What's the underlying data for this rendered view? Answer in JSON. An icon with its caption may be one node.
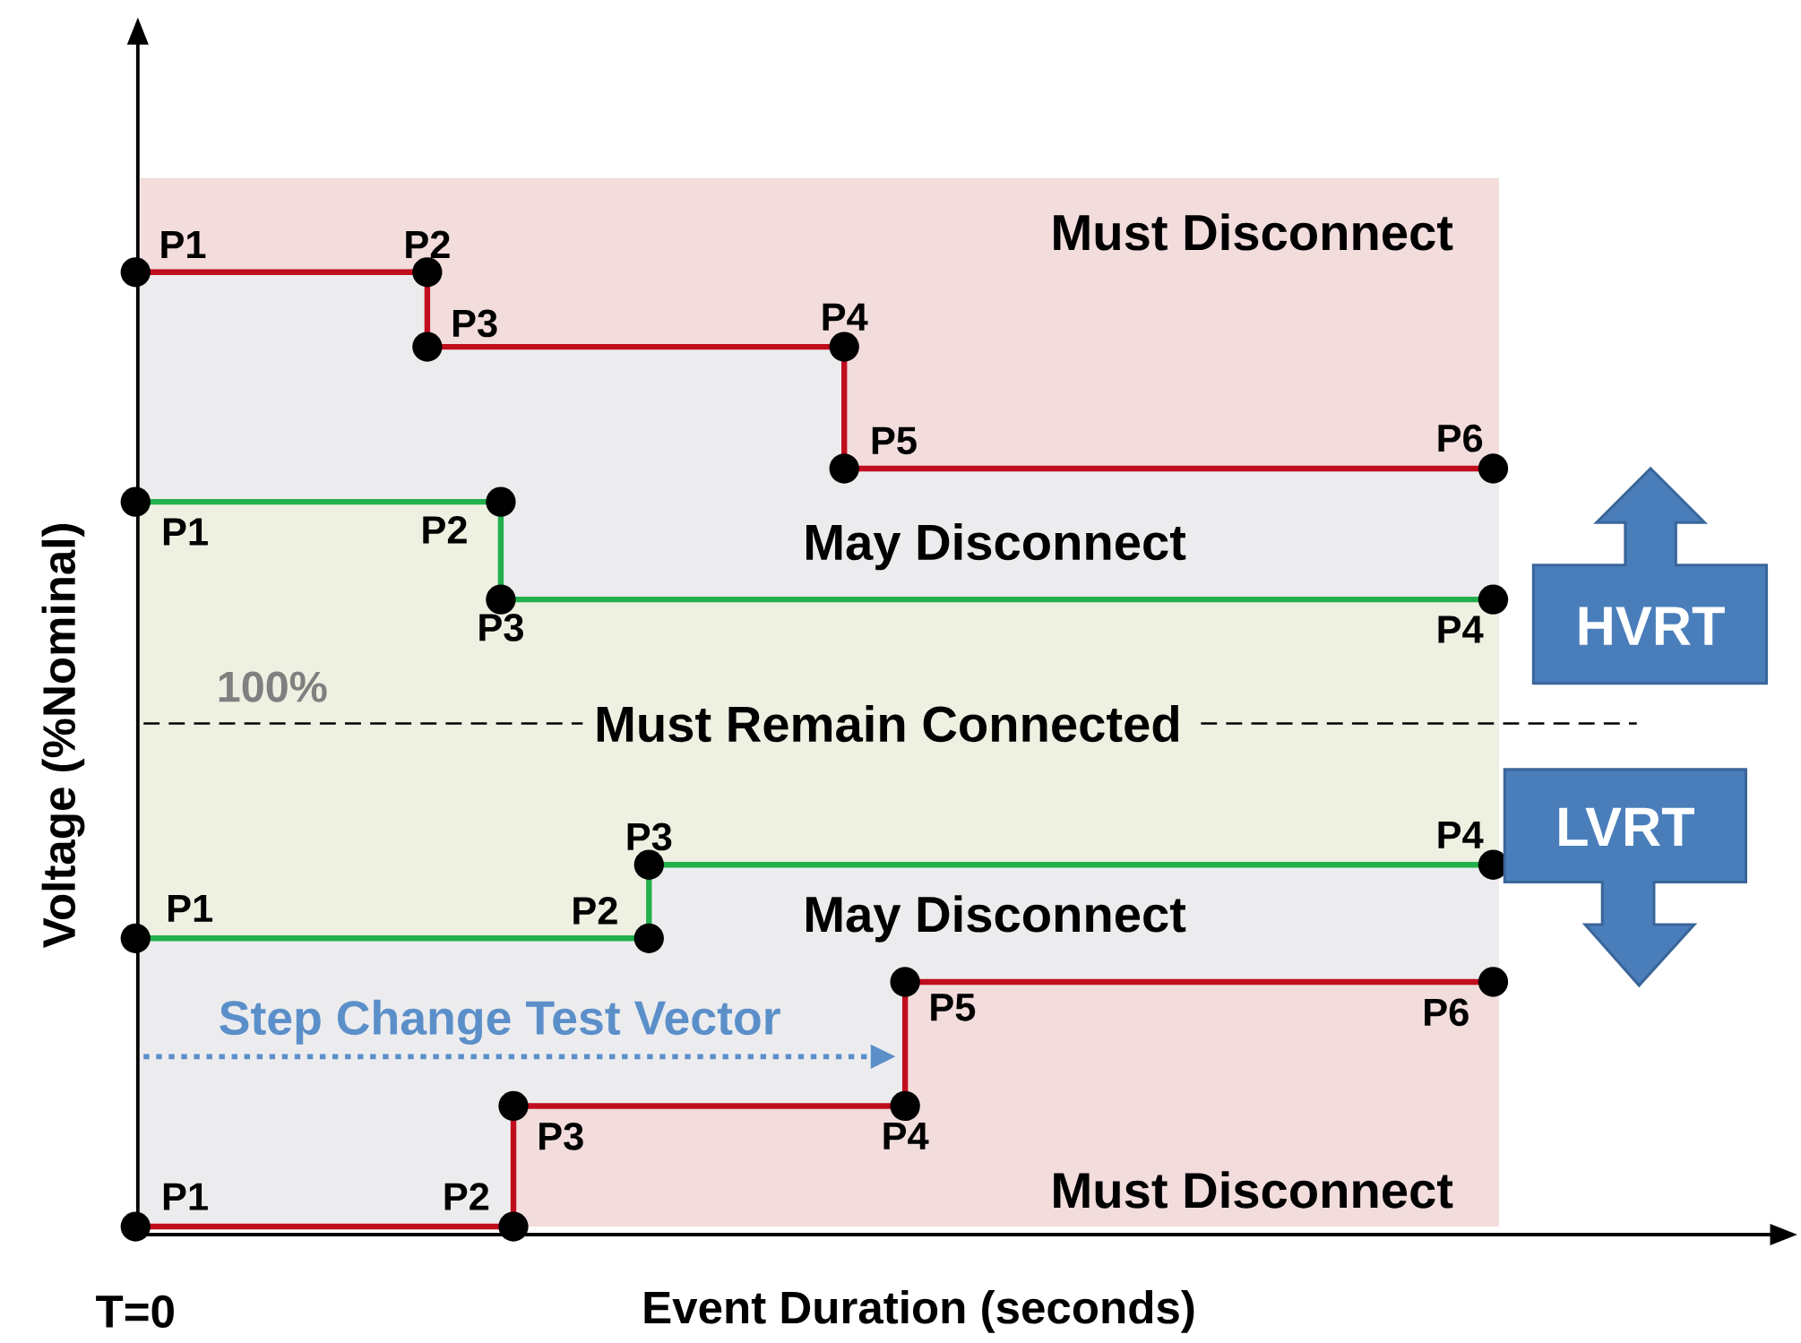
{
  "diagram": {
    "nodes": [
      {
        "text": [],
        "shape": "circle",
        "beside": [
          "P1"
        ]
      },
      {
        "text": [],
        "shape": "circle",
        "beside": [
          "P2"
        ]
      },
      {
        "text": [],
        "shape": "circle",
        "beside": [
          "P3"
        ]
      },
      {
        "text": [],
        "shape": "circle",
        "beside": [
          "P4"
        ]
      },
      {
        "text": [],
        "shape": "circle",
        "beside": [
          "P5"
        ]
      },
      {
        "text": [],
        "shape": "circle",
        "beside": [
          "P6"
        ]
      },
      {
        "text": [],
        "shape": "circle",
        "beside": [
          "P1"
        ]
      },
      {
        "text": [],
        "shape": "circle",
        "beside": [
          "P2"
        ]
      },
      {
        "text": [],
        "shape": "circle",
        "beside": [
          "P3"
        ]
      },
      {
        "text": [],
        "shape": "circle",
        "beside": [
          "P4"
        ]
      },
      {
        "text": [
          "HVRT"
        ]
      },
      {
        "text": [],
        "shape": "circle",
        "beside": [
          "P3"
        ]
      },
      {
        "text": [],
        "shape": "circle",
        "beside": [
          "P4"
        ]
      },
      {
        "text": [],
        "shape": "circle",
        "beside": [
          "P1"
        ]
      },
      {
        "text": [],
        "shape": "circle",
        "beside": [
          "P2"
        ]
      },
      {
        "text": [
          "LVRT"
        ]
      },
      {
        "text": [],
        "shape": "circle",
        "beside": [
          "P5"
        ]
      },
      {
        "text": [],
        "shape": "circle",
        "beside": [
          "P6"
        ]
      },
      {
        "text": [],
        "shape": "circle",
        "beside": [
          "P3"
        ]
      },
      {
        "text": [],
        "shape": "circle",
        "beside": [
          "P4"
        ]
      },
      {
        "text": [],
        "shape": "circle",
        "beside": [
          "P1"
        ]
      },
      {
        "text": [],
        "shape": "circle",
        "beside": [
          "P2"
        ]
      }
    ],
    "edges": [
      {
        "from": 0,
        "to": 1,
        "arrow": "none"
      },
      {
        "from": 1,
        "to": 2,
        "arrow": "none"
      },
      {
        "from": 2,
        "to": 3,
        "arrow": "none"
      },
      {
        "from": 3,
        "to": 4,
        "arrow": "none"
      },
      {
        "from": 4,
        "to": 5,
        "arrow": "none"
      },
      {
        "from": 6,
        "to": 7,
        "arrow": "none",
        "color": "#22b04c"
      },
      {
        "from": 7,
        "to": 8,
        "arrow": "none",
        "color": "#22b04c"
      },
      {
        "from": 8,
        "to": 9,
        "arrow": "none",
        "color": "#22b04c"
      },
      {
        "from": 13,
        "to": 14,
        "arrow": "none",
        "color": "#22b04c"
      },
      {
        "from": 14,
        "to": 11,
        "arrow": "none",
        "color": "#22b04c"
      },
      {
        "from": 11,
        "to": 12,
        "arrow": "none",
        "color": "#22b04c"
      },
      {
        "from": 20,
        "to": 21,
        "arrow": "none"
      },
      {
        "from": 21,
        "to": 18,
        "arrow": "none"
      },
      {
        "from": 18,
        "to": 19,
        "arrow": "none"
      },
      {
        "from": 19,
        "to": 16,
        "arrow": "none"
      },
      {
        "from": 16,
        "to": 17,
        "arrow": "none"
      }
    ],
    "labels": [
      "Must Disconnect",
      "May Disconnect",
      "100%",
      "Must Remain Connected",
      "May Disconnect",
      "Step Change Test Vector",
      "Must Disconnect",
      "Voltage (%Nominal)",
      "T=0",
      "Event Duration (seconds)"
    ]
  }
}
